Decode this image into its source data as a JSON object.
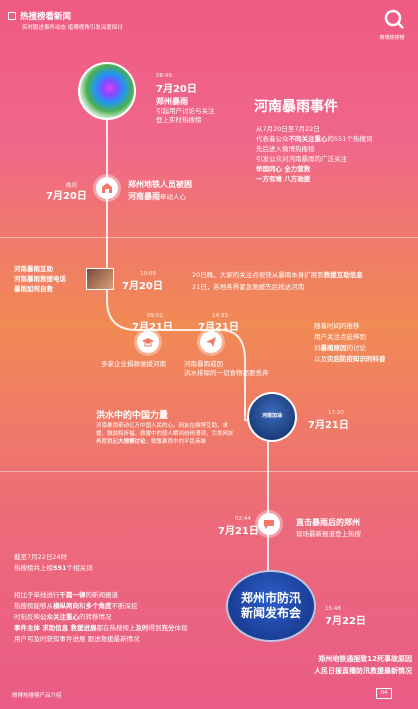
{
  "header": {
    "title": "热搜榜看新闻",
    "subtitle": "实时跟进事件动态 借博视角引发深度探讨",
    "brand": "微博热搜榜"
  },
  "section1": {
    "e1_time": "08:49",
    "e1_date": "7月20日",
    "e1_title": "郑州暴雨",
    "e1_desc1": "引起用户讨论与关注",
    "e1_desc2": "登上实时热搜榜",
    "event_title": "河南暴雨事件",
    "summary1_a": "从7月20日至7月22日",
    "summary1_b_pre": "代表着公众",
    "summary1_b_hl": "不同关注重心",
    "summary1_b_post": "的551个热搜词",
    "summary1_c": "先后进入微博热搜榜",
    "summary1_d": "引发公众对河南暴雨的广泛关注",
    "summary1_e": "举国同心 全力营救",
    "summary1_f": "一方有难 八方驰援",
    "e2_time": "晚间",
    "e2_date": "7月20日",
    "e2_title": "郑州地铁人员被困",
    "e2_title2_a": "河南暴雨",
    "e2_title2_b": "牵动人心"
  },
  "section2": {
    "e3_label1": "河南暴雨互助",
    "e3_label2": "河南暴雨救援电话",
    "e3_label3": "暴雨如何自救",
    "e3_time": "19:09",
    "e3_date": "7月20日",
    "note_a_pre": "20日晚，大家的关注点",
    "note_a_mid": "很快从暴雨本身扩展到",
    "note_a_hl": "救援互助信息",
    "note_b": "21日，各地各界紧急驰援先后抵达河南",
    "e4_time": "09:52",
    "e4_date": "7月21日",
    "e4_caption": "多家企业捐款驰援河南",
    "e5_time": "14:33",
    "e5_date": "7月21日",
    "e5_caption1": "河南暴雨戒因",
    "e5_caption2": "洪水排除的一切食物都要丢弃",
    "note_c1": "随着时间的推移",
    "note_c2": "用户关注点延伸到",
    "note_c3_pre": "对",
    "note_c3_hl": "暴雨原因",
    "note_c3_post": "的讨论",
    "note_c4_pre": "以及",
    "note_c4_hl": "灾后防疫知识的科普",
    "china_power": "洪水中的中国力量",
    "china_desc1": "河南暴雨牵动亿万中国人民的心。网友在微博互助、求援、鼓励和祈福，救援中的感人瞬间纷纷涌现，引发网友再度掀起",
    "china_desc_hl": "大规模讨论",
    "china_desc2": "，致敬暴雨中的平民英雄",
    "photo_caption": "河南加油",
    "e6_time": "17:20",
    "e6_date": "7月21日"
  },
  "section3": {
    "e7_time": "02:44",
    "e7_date": "7月21日",
    "e7_title": "直击暴雨后的郑州",
    "e7_desc": "现场最新报道登上热搜",
    "stat1": "截至7月22日24时",
    "stat2_pre": "热搜榜共上榜",
    "stat2_hl": "551",
    "stat2_post": "个相关词",
    "para1_pre": "相比于单线进行",
    "para1_hl": "千篇一律",
    "para1_post": "的新闻报道",
    "para2_pre": "热搜榜能够从",
    "para2_hl1": "横纵两向",
    "para2_mid": "和",
    "para2_hl2": "多个角度",
    "para2_post": "不断深挖",
    "para3_pre": "时刻反映",
    "para3_hl": "公众关注重心",
    "para3_post": "的转移情况",
    "para4_hl1": "事件主体 求助信息 救援进展",
    "para4_mid": "都在热搜榜上",
    "para4_hl2": "及时",
    "para4_mid2": "得到",
    "para4_hl3": "充分",
    "para4_post": "体现",
    "para5": "用户可及时获知事件进展 跟进救援最新情况",
    "press_line1": "郑州市防汛",
    "press_line2": "新闻发布会",
    "e8_time": "15:48",
    "e8_date": "7月22日",
    "final1": "郑州地铁通报致12死事故原因",
    "final2": "人民日报直播防汛救援最新情况"
  },
  "footer": {
    "left": "微博热搜榜产品介绍",
    "page": "04"
  }
}
